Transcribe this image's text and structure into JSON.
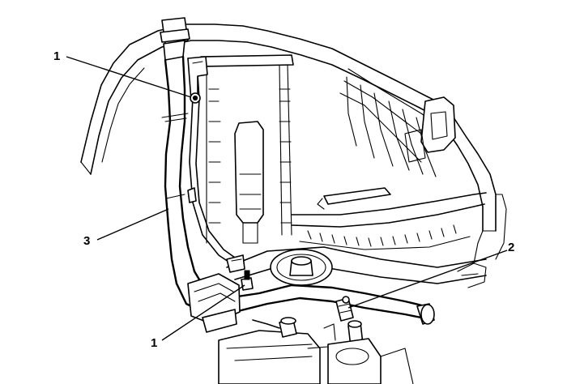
{
  "callouts": [
    {
      "id": "callout-1-top",
      "label": "1"
    },
    {
      "id": "callout-3",
      "label": "3"
    },
    {
      "id": "callout-1-bottom",
      "label": "1"
    },
    {
      "id": "callout-2",
      "label": "2"
    }
  ]
}
